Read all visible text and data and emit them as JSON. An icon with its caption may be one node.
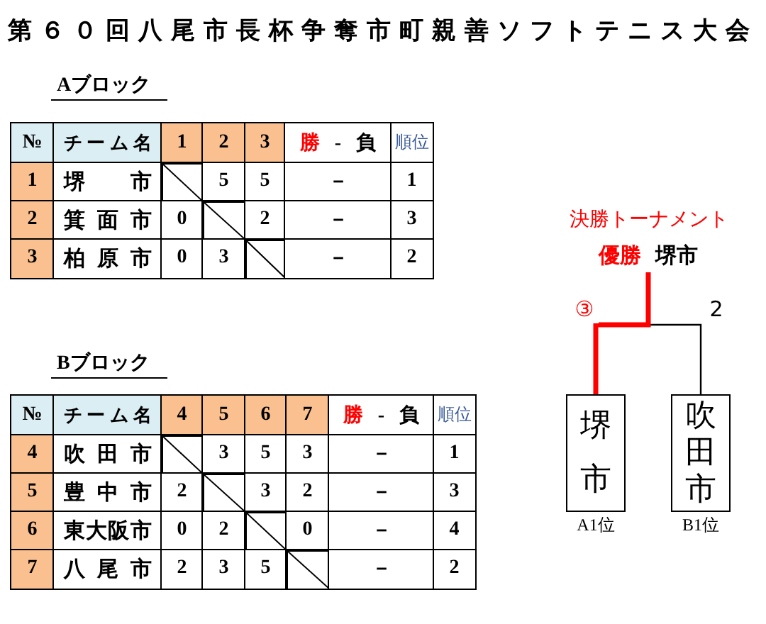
{
  "diagram": {
    "title": "第６０回八尾市長杯争奪市町親善ソフトテニス大会",
    "nodes": [
      {
        "text": [
          "堺市"
        ],
        "beside": [
          "A1位"
        ]
      },
      {
        "text": [
          "吹田市"
        ],
        "beside": [
          "B1位"
        ]
      },
      {
        "text": [
          "優勝",
          "堺市"
        ]
      }
    ],
    "edges": [
      {
        "from": 1,
        "to": 2,
        "arrow": "none",
        "label": "2"
      },
      {
        "from": 0,
        "to": 2,
        "arrow": "none",
        "label": "③",
        "style": "thick",
        "color": "#ff0000"
      }
    ],
    "labels": [
      "Aブロック",
      "№",
      "チーム名",
      "1",
      "2",
      "3",
      "勝 - 負",
      "順位",
      "1",
      "堺市",
      "5",
      "5",
      "－",
      "1",
      "2",
      "箕面市",
      "0",
      "2",
      "－",
      "3",
      "3",
      "柏原市",
      "0",
      "3",
      "－",
      "2",
      "決勝トーナメント",
      "Bブロック",
      "№",
      "チーム名",
      "4",
      "5",
      "6",
      "7",
      "勝 - 負",
      "順位",
      "4",
      "吹田市",
      "3",
      "5",
      "3",
      "－",
      "1",
      "5",
      "豊中市",
      "2",
      "3",
      "2",
      "－",
      "3",
      "6",
      "東大阪市",
      "0",
      "2",
      "0",
      "－",
      "4",
      "7",
      "八尾市",
      "2",
      "3",
      "5",
      "－",
      "2"
    ]
  }
}
